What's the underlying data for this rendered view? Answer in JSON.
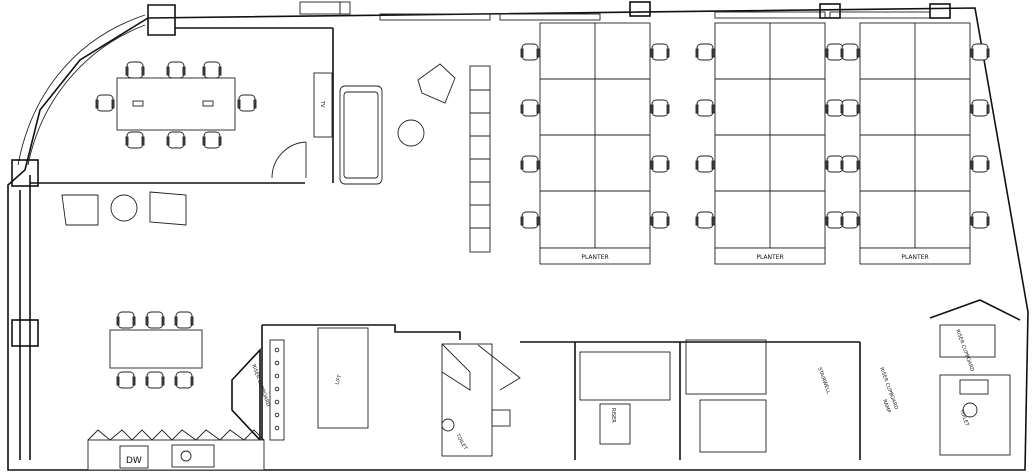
{
  "labels": {
    "tv": "TV",
    "planter": "PLANTER",
    "riser_cupboard": "RISER CUPBOARD",
    "lift": "LIFT",
    "toilet": "TOILET",
    "stairwell": "STAIRWELL",
    "riser": "RISER",
    "ramp": "RAMP",
    "riser_cupboard_2": "RISER CUPBOARD",
    "toilet_2": "TOILET",
    "riser_cupboard_3": "RISER CUPBOARD",
    "dw": "DW"
  },
  "colors": {
    "line": "#111111",
    "paper": "#ffffff"
  }
}
